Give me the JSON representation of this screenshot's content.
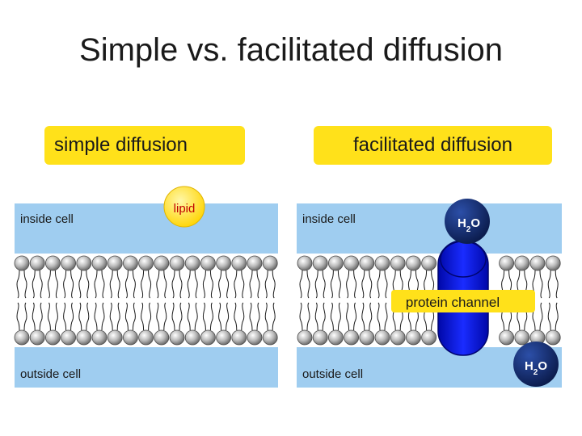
{
  "title": "Simple vs. facilitated diffusion",
  "simple": {
    "heading": "simple diffusion",
    "inside": "inside cell",
    "outside": "outside cell",
    "lipid_label": "lipid"
  },
  "facilitated": {
    "heading": "facilitated diffusion",
    "inside": "inside cell",
    "outside": "outside cell",
    "channel_label": "protein channel",
    "molecule_top": "H2O",
    "molecule_bottom": "H2O"
  },
  "colors": {
    "cell_fluid": "#9fcdf0",
    "highlight": "#ffe11a",
    "protein": "#0a14d6",
    "molecule": "#0f2a6b",
    "lipid_label_text": "#c00000"
  },
  "icons": {
    "phospholipid": "phospholipid-head-with-tails",
    "protein": "protein-channel-icon",
    "water": "water-molecule-icon"
  }
}
